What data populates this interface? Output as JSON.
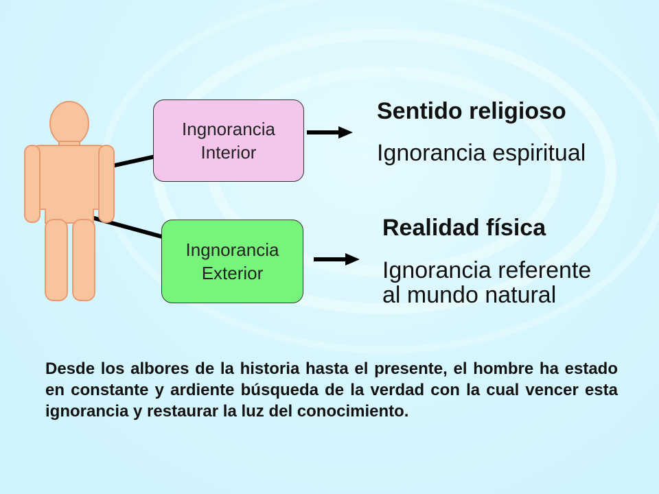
{
  "diagram": {
    "boxes": [
      {
        "id": "interior",
        "line1": "Ingnorancia",
        "line2": "Interior",
        "fill": "#f4c6ec"
      },
      {
        "id": "exterior",
        "line1": "Ingnorancia",
        "line2": "Exterior",
        "fill": "#77f57a"
      }
    ],
    "branches": [
      {
        "heading": "Sentido religioso",
        "lines": [
          "Ignorancia espiritual"
        ]
      },
      {
        "heading": "Realidad física",
        "lines": [
          "Ignorancia referente",
          "al mundo natural"
        ]
      }
    ],
    "figure_color": "#f7c49e",
    "figure_outline": "#e89a72"
  },
  "paragraph": "Desde los albores de la historia hasta el presente, el hombre ha estado en constante y ardiente búsqueda de la verdad con la cual vencer esta ignorancia y restaurar la luz del conocimiento."
}
